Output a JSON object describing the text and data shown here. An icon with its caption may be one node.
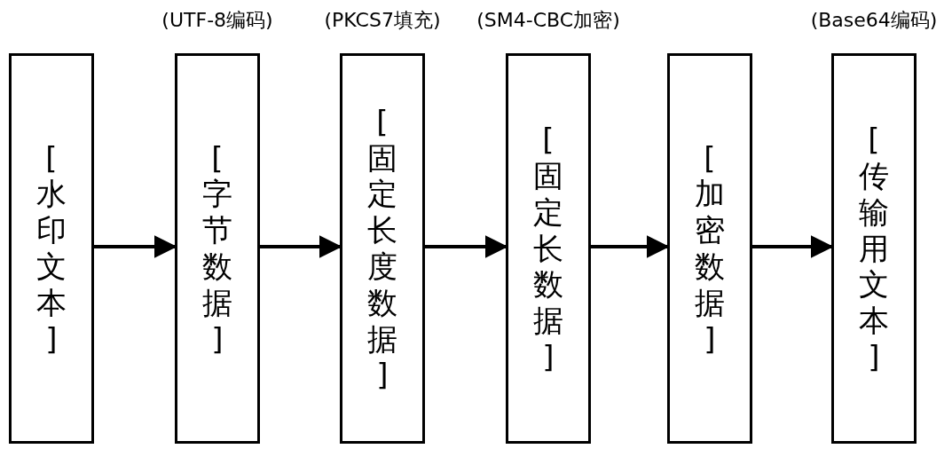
{
  "diagram": {
    "nodes": [
      {
        "text": [
          "[水印文本]"
        ]
      },
      {
        "text": [
          "[字节数据]"
        ],
        "beside": [
          "(UTF-8编码)"
        ]
      },
      {
        "text": [
          "[固定长度数据]"
        ],
        "beside": [
          "(PKCS7填充)"
        ]
      },
      {
        "text": [
          "[固定长数据]"
        ],
        "beside": [
          "(SM4-CBC加密)"
        ]
      },
      {
        "text": [
          "[加密数据]"
        ]
      },
      {
        "text": [
          "[传输用文本]"
        ],
        "beside": [
          "(Base64编码)"
        ]
      }
    ],
    "edges": [
      {
        "from": 0,
        "to": 1,
        "arrow": "to"
      },
      {
        "from": 1,
        "to": 2,
        "arrow": "to"
      },
      {
        "from": 2,
        "to": 3,
        "arrow": "to"
      },
      {
        "from": 3,
        "to": 4,
        "arrow": "to"
      },
      {
        "from": 4,
        "to": 5,
        "arrow": "to"
      }
    ]
  }
}
